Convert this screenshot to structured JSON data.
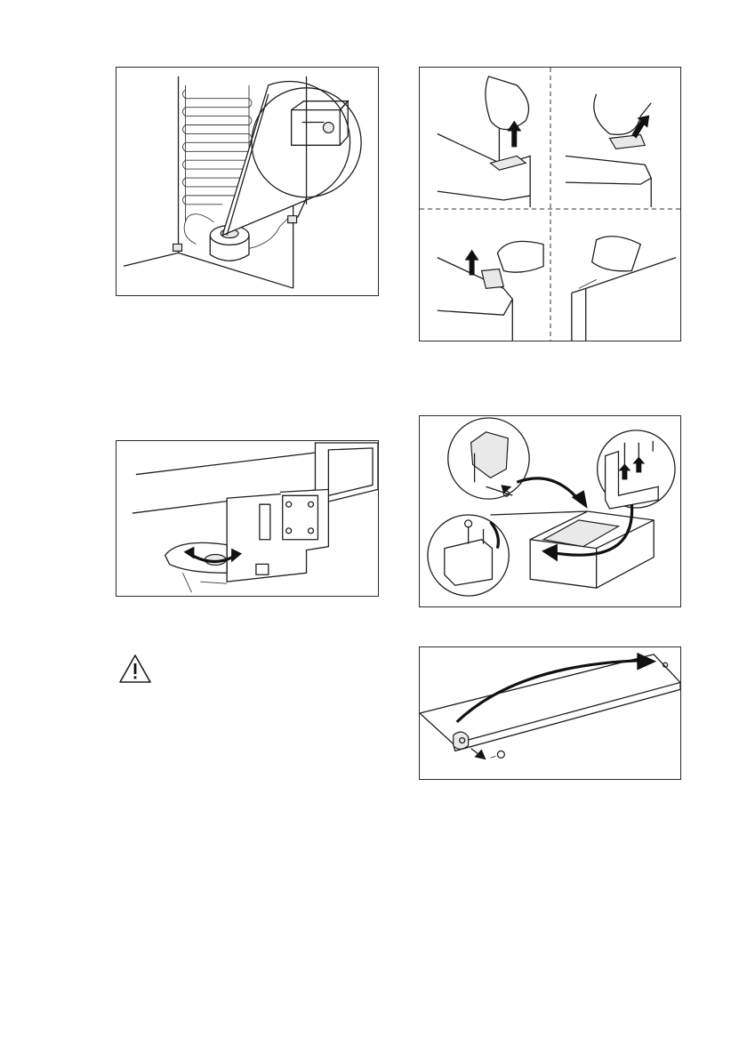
{
  "figures": [
    {
      "id": "condenser",
      "description_icon": "condenser-clip-icon"
    },
    {
      "id": "hinge-steps"
    },
    {
      "id": "foot"
    },
    {
      "id": "hinge-swap"
    },
    {
      "id": "door-top"
    }
  ],
  "warning": {
    "icon": "warning-triangle-icon"
  }
}
